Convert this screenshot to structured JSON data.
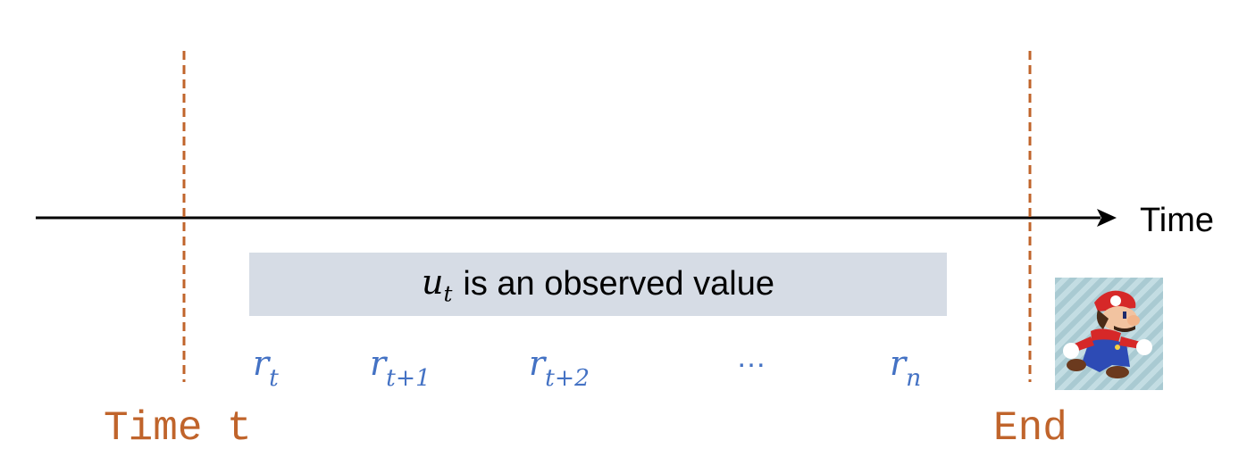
{
  "axis": {
    "label": "Time"
  },
  "markers": {
    "start_label": "Time t",
    "end_label": "End"
  },
  "observed_box": {
    "variable": "u",
    "subscript": "t",
    "text": "is an observed value"
  },
  "rewards": [
    {
      "base": "r",
      "sub": "t"
    },
    {
      "base": "r",
      "sub": "t+1"
    },
    {
      "base": "r",
      "sub": "t+2"
    },
    {
      "base": "r",
      "sub": "n"
    }
  ],
  "ellipsis": "…",
  "colors": {
    "marker": "#C0642B",
    "reward": "#4472C4",
    "box": "#D6DCE5",
    "axis": "#000000"
  },
  "image": {
    "icon": "mario-running-icon"
  }
}
